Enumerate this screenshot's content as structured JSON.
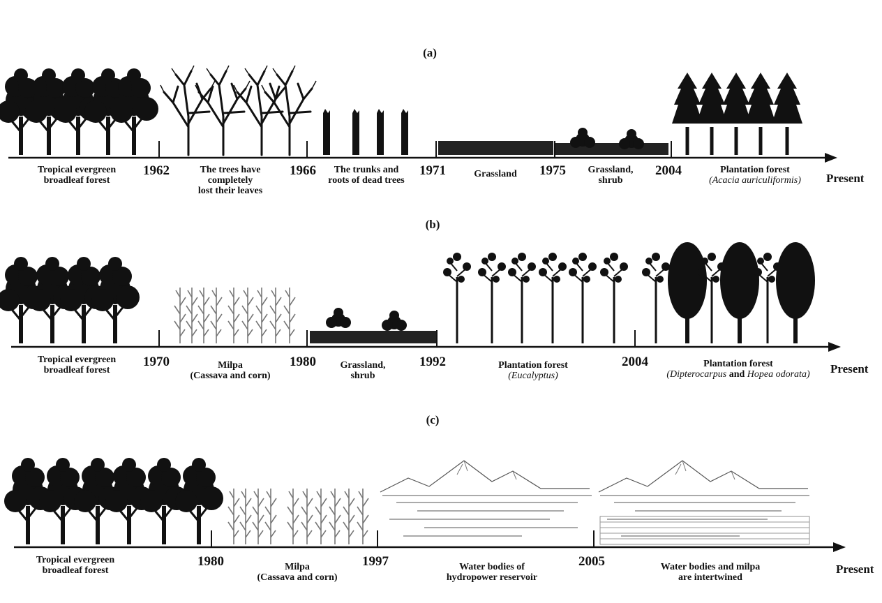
{
  "panels": [
    {
      "label": "(a)",
      "years": [
        "1962",
        "1966",
        "1971",
        "1975",
        "2004"
      ],
      "end_label": "Present",
      "stages": [
        {
          "line1": "Tropical evergreen",
          "line2": "broadleaf forest",
          "line3": ""
        },
        {
          "line1": "The trees have",
          "line2": "completely",
          "line3": "lost their leaves"
        },
        {
          "line1": "The trunks and",
          "line2": "roots of dead trees",
          "line3": ""
        },
        {
          "line1": "Grassland",
          "line2": "",
          "line3": ""
        },
        {
          "line1": "Grassland,",
          "line2": "shrub",
          "line3": ""
        },
        {
          "line1": "Plantation forest",
          "line2_sci": "(Acacia auriculiformis)"
        }
      ]
    },
    {
      "label": "(b)",
      "years": [
        "1970",
        "1980",
        "1992",
        "2004"
      ],
      "end_label": "Present",
      "stages": [
        {
          "line1": "Tropical evergreen",
          "line2": "broadleaf forest"
        },
        {
          "line1": "Milpa",
          "line2": "(Cassava and corn)"
        },
        {
          "line1": "Grassland,",
          "line2": "shrub"
        },
        {
          "line1": "Plantation forest",
          "line2_sci": "(Eucalyptus)"
        },
        {
          "line1": "Plantation forest",
          "sci_a": "(Dipterocarpus",
          "conj": " and ",
          "sci_b": "Hopea odorata)"
        }
      ]
    },
    {
      "label": "(c)",
      "years": [
        "1980",
        "1997",
        "2005"
      ],
      "end_label": "Present",
      "stages": [
        {
          "line1": "Tropical evergreen",
          "line2": "broadleaf forest"
        },
        {
          "line1": "Milpa",
          "line2": "(Cassava and corn)"
        },
        {
          "line1": "Water bodies of",
          "line2": "hydropower reservoir"
        },
        {
          "line1": "Water bodies and milpa",
          "line2": "are intertwined"
        }
      ]
    }
  ]
}
